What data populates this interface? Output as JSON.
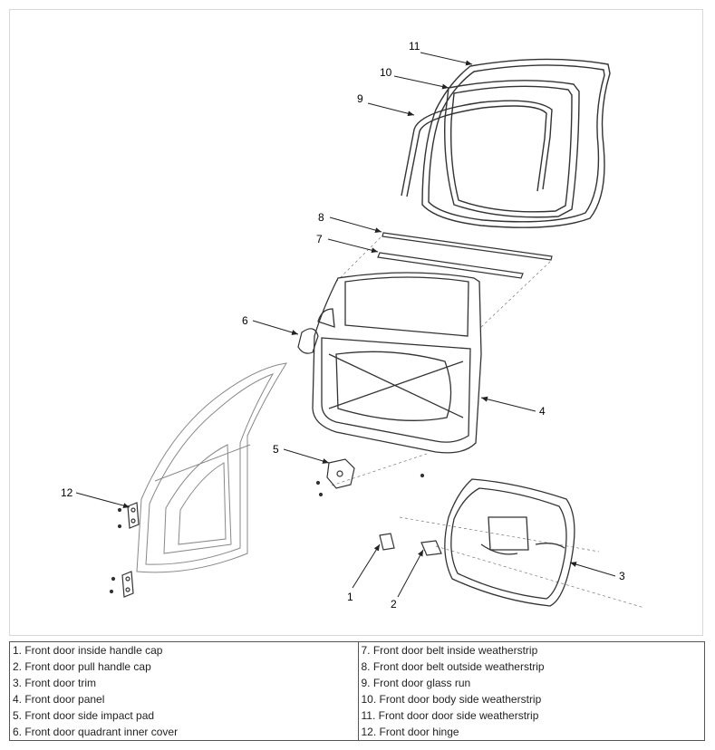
{
  "callouts": [
    {
      "id": "1",
      "label": "1"
    },
    {
      "id": "2",
      "label": "2"
    },
    {
      "id": "3",
      "label": "3"
    },
    {
      "id": "4",
      "label": "4"
    },
    {
      "id": "5",
      "label": "5"
    },
    {
      "id": "6",
      "label": "6"
    },
    {
      "id": "7",
      "label": "7"
    },
    {
      "id": "8",
      "label": "8"
    },
    {
      "id": "9",
      "label": "9"
    },
    {
      "id": "10",
      "label": "10"
    },
    {
      "id": "11",
      "label": "11"
    },
    {
      "id": "12",
      "label": "12"
    }
  ],
  "legend": {
    "left": [
      "1. Front door inside handle cap",
      "2. Front door pull handle cap",
      "3. Front door trim",
      "4. Front door panel",
      "5. Front door side impact pad",
      "6. Front door quadrant inner cover"
    ],
    "right": [
      "7. Front door belt inside weatherstrip",
      "8. Front door belt outside weatherstrip",
      "9. Front door glass run",
      "10. Front door body side weatherstrip",
      "11. Front door door side weatherstrip",
      "12. Front door hinge"
    ]
  },
  "colors": {
    "line": "#333333",
    "border": "#555555",
    "frame": "#d8d8d8"
  }
}
